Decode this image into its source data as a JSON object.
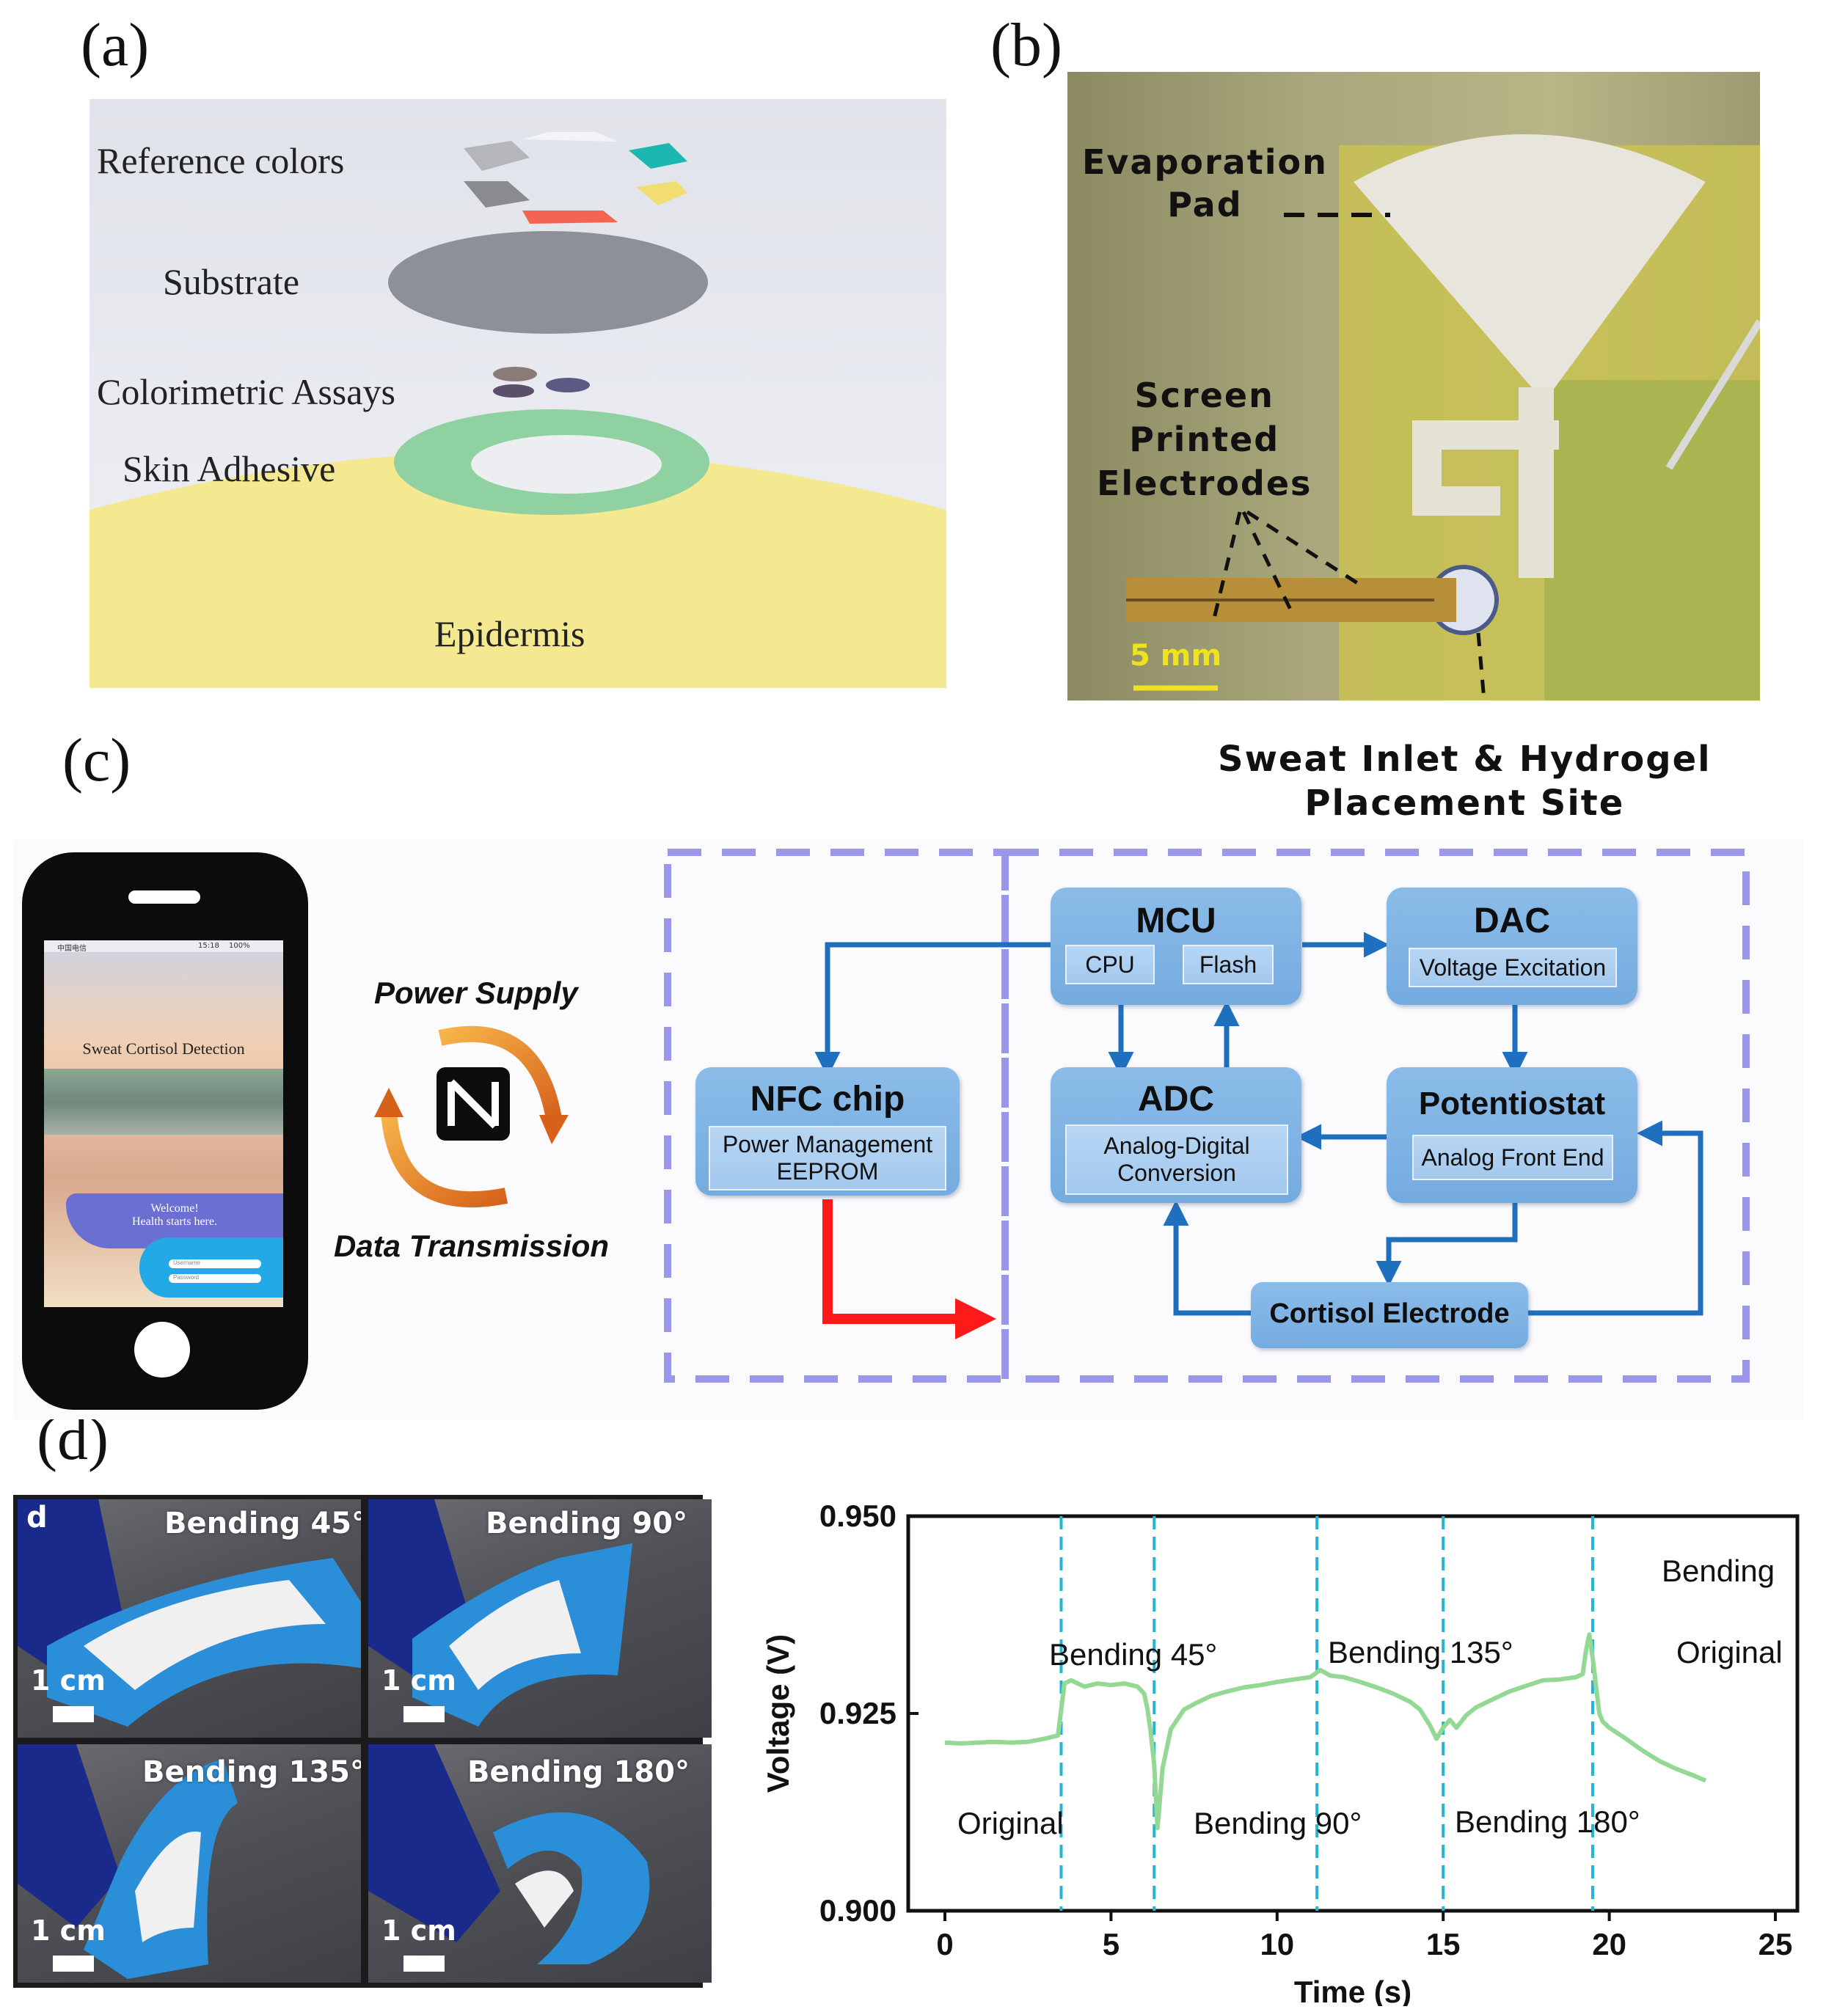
{
  "panel_labels": {
    "a": "(a)",
    "b": "(b)",
    "c": "(c)",
    "d": "(d)"
  },
  "panel_a": {
    "layers": [
      "Reference colors",
      "Substrate",
      "Colorimetric  Assays",
      "Skin Adhesive",
      "Epidermis"
    ]
  },
  "panel_b": {
    "labels": {
      "evaporation": "Evaporation\nPad",
      "electrodes": "Screen\nPrinted\nElectrodes",
      "scale": "5 mm",
      "site": "Sweat Inlet & Hydrogel\nPlacement Site"
    }
  },
  "panel_c": {
    "phone": {
      "status_left": "中国电信",
      "status_time": "15:18",
      "status_battery": "100%",
      "app_title": "Sweat Cortisol Detection",
      "welcome": "Welcome!",
      "tagline": "Health starts here.",
      "username_placeholder": "Username",
      "password_placeholder": "Password"
    },
    "power_supply": "Power Supply",
    "data_transmission": "Data Transmission",
    "blocks": {
      "mcu": {
        "title": "MCU",
        "subs": [
          "CPU",
          "Flash"
        ]
      },
      "dac": {
        "title": "DAC",
        "sub": "Voltage Excitation"
      },
      "nfc": {
        "title": "NFC chip",
        "sub_1": "Power Management",
        "sub_2": "EEPROM"
      },
      "adc": {
        "title": "ADC",
        "sub_1": "Analog-Digital",
        "sub_2": "Conversion"
      },
      "potentiostat": {
        "title": "Potentiostat",
        "sub": "Analog Front End"
      },
      "electrode": {
        "title": "Cortisol Electrode"
      }
    },
    "colors": {
      "arrow_blue": "#1f6fbf",
      "arrow_red": "#ff1a1a",
      "dash_border": "#9a96ea"
    }
  },
  "panel_d": {
    "corner_letter": "d",
    "photos": [
      {
        "caption": "Bending 45°",
        "scale": "1 cm"
      },
      {
        "caption": "Bending 90°",
        "scale": "1 cm"
      },
      {
        "caption": "Bending 135°",
        "scale": "1 cm"
      },
      {
        "caption": "Bending 180°",
        "scale": "1 cm"
      }
    ]
  },
  "chart_data": {
    "type": "line",
    "xlabel": "Time (s)",
    "ylabel": "Voltage (V)",
    "xlim": [
      0,
      25
    ],
    "ylim": [
      0.9,
      0.95
    ],
    "xticks": [
      "0",
      "5",
      "10",
      "15",
      "20",
      "25"
    ],
    "yticks": [
      "0.900",
      "0.925",
      "0.950"
    ],
    "series": [
      {
        "color": "#93d893",
        "x": [
          0,
          0.5,
          1,
          1.5,
          2,
          2.5,
          3,
          3.4,
          3.5,
          3.6,
          3.8,
          4.2,
          4.6,
          5,
          5.4,
          5.8,
          6.0,
          6.1,
          6.2,
          6.3,
          6.35,
          6.4,
          6.45,
          6.55,
          6.8,
          7.2,
          7.6,
          8,
          8.5,
          9,
          9.5,
          10,
          10.5,
          11,
          11.3,
          11.6,
          12,
          12.5,
          13,
          13.5,
          14,
          14.3,
          14.6,
          14.8,
          15.0,
          15.2,
          15.4,
          15.7,
          16,
          16.5,
          17,
          17.5,
          18,
          18.5,
          19,
          19.2,
          19.3,
          19.4,
          19.5,
          19.6,
          19.7,
          19.8,
          20,
          20.5,
          21,
          21.5,
          22,
          22.5,
          22.9
        ],
        "y": [
          0.9213,
          0.9212,
          0.9213,
          0.9214,
          0.9213,
          0.9214,
          0.9218,
          0.9222,
          0.9255,
          0.9288,
          0.9292,
          0.9284,
          0.9288,
          0.9286,
          0.9288,
          0.9284,
          0.9275,
          0.9255,
          0.9225,
          0.9185,
          0.9145,
          0.9105,
          0.913,
          0.918,
          0.923,
          0.9255,
          0.9264,
          0.9272,
          0.9278,
          0.9283,
          0.9286,
          0.929,
          0.9293,
          0.9296,
          0.9305,
          0.9298,
          0.9296,
          0.929,
          0.9283,
          0.9275,
          0.9265,
          0.9255,
          0.9235,
          0.9218,
          0.9232,
          0.9242,
          0.9232,
          0.9248,
          0.9258,
          0.9268,
          0.9278,
          0.9285,
          0.9292,
          0.9293,
          0.9296,
          0.93,
          0.933,
          0.935,
          0.932,
          0.9285,
          0.925,
          0.924,
          0.9232,
          0.9218,
          0.9203,
          0.919,
          0.918,
          0.9172,
          0.9165
        ]
      }
    ],
    "markers": [
      3.5,
      6.3,
      11.2,
      15.0,
      19.5
    ],
    "annotations": [
      "Bending 45°",
      "Bending 135°",
      "Bending",
      "Original",
      "Original",
      "Bending 90°",
      "Bending 180°"
    ]
  }
}
